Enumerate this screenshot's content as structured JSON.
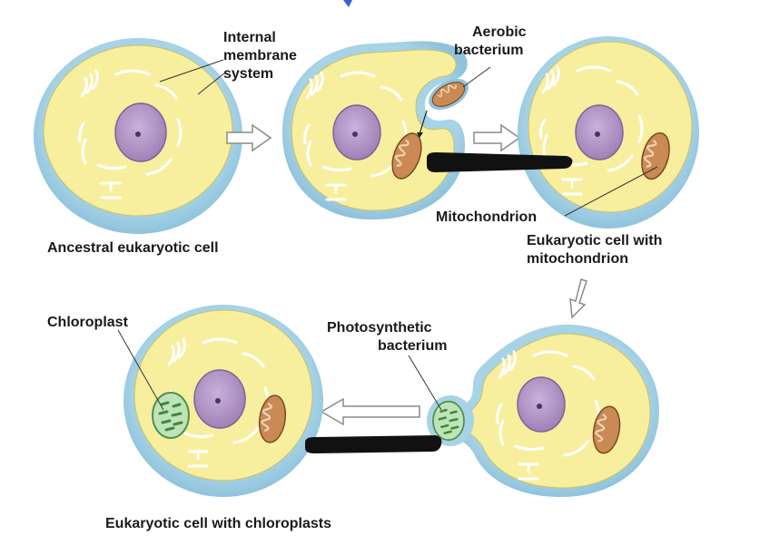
{
  "labels": {
    "internal_membrane": [
      "Internal",
      "membrane",
      "system"
    ],
    "aerobic_bacterium": [
      "Aerobic",
      "bacterium"
    ],
    "mitochondrion": "Mitochondrion",
    "photosynthetic_bacterium": [
      "Photosynthetic",
      "bacterium"
    ],
    "chloroplast": "Chloroplast"
  },
  "captions": {
    "ancestral": "Ancestral eukaryotic cell",
    "with_mitochondrion": [
      "Eukaryotic cell with",
      "mitochondrion"
    ],
    "with_chloroplasts": "Eukaryotic cell with chloroplasts"
  },
  "colors": {
    "cytoplasm": "#f7ef9e",
    "cell_rim": "#b9dce9",
    "nucleus": "#b59ac8",
    "membrane": "#ffffff",
    "mitochondrion": "#c98a55",
    "chloroplast": "#a9d9a3",
    "redaction": "#111111"
  }
}
